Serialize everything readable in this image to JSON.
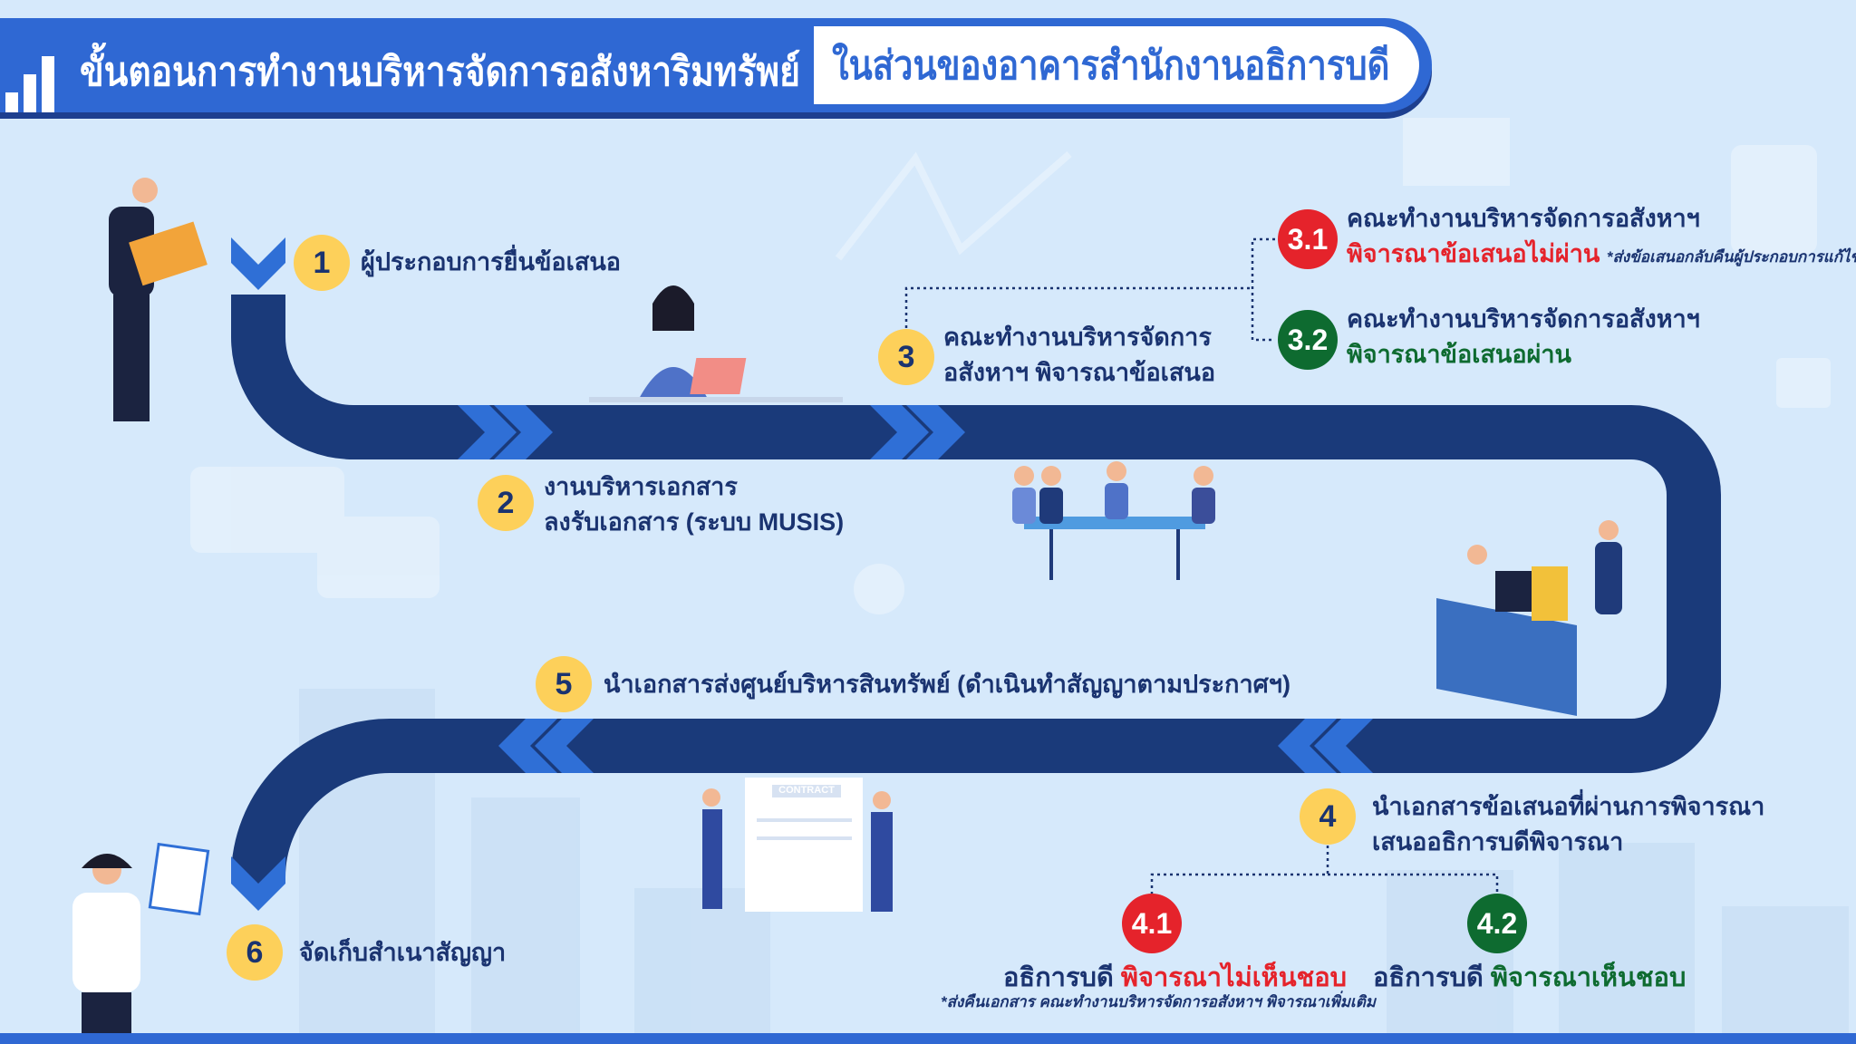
{
  "header": {
    "title_main": "ขั้นตอนการทำงานบริหารจัดการอสังหาริมทรัพย์",
    "title_sub": "ในส่วนของอาคารสำนักงานอธิการบดี"
  },
  "steps": {
    "s1": {
      "num": "1",
      "line1": "ผู้ประกอบการยื่นข้อเสนอ"
    },
    "s2": {
      "num": "2",
      "line1": "งานบริหารเอกสาร",
      "line2": "ลงรับเอกสาร (ระบบ MUSIS)"
    },
    "s3": {
      "num": "3",
      "line1": "คณะทำงานบริหารจัดการ",
      "line2": "อสังหาฯ พิจารณาข้อเสนอ"
    },
    "s3_1": {
      "num": "3.1",
      "line1": "คณะทำงานบริหารจัดการอสังหาฯ",
      "line2": "พิจารณาข้อเสนอไม่ผ่าน",
      "note": "*ส่งข้อเสนอกลับคืนผู้ประกอบการแก้ไข"
    },
    "s3_2": {
      "num": "3.2",
      "line1": "คณะทำงานบริหารจัดการอสังหาฯ",
      "line2": "พิจารณาข้อเสนอผ่าน"
    },
    "s4": {
      "num": "4",
      "line1": "นำเอกสารข้อเสนอที่ผ่านการพิจารณา",
      "line2": "เสนออธิการบดีพิจารณา"
    },
    "s4_1": {
      "num": "4.1",
      "prefix": "อธิการบดี",
      "result": "พิจารณาไม่เห็นชอบ",
      "note": "*ส่งคืนเอกสาร คณะทำงานบริหารจัดการอสังหาฯ พิจารณาเพิ่มเติม"
    },
    "s4_2": {
      "num": "4.2",
      "prefix": "อธิการบดี",
      "result": "พิจารณาเห็นชอบ"
    },
    "s5": {
      "num": "5",
      "line1": "นำเอกสารส่งศูนย์บริหารสินทรัพย์ (ดำเนินทำสัญญาตามประกาศฯ)"
    },
    "s6": {
      "num": "6",
      "line1": "จัดเก็บสำเนาสัญญา"
    }
  },
  "illustration": {
    "contract_label": "CONTRACT"
  },
  "colors": {
    "primary": "#2f68d3",
    "path": "#1a3a7a",
    "chevron": "#2f6fd6",
    "badge": "#fdd05a",
    "reject": "#e5232b",
    "approve": "#0e6b30",
    "text": "#1a3370"
  }
}
